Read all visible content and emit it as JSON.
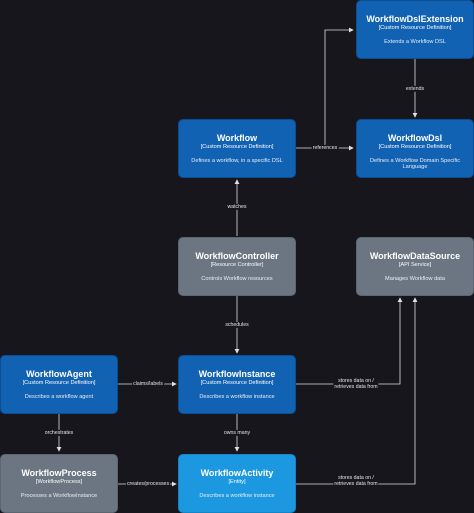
{
  "nodes": {
    "workflow_dsl_extension": {
      "title": "WorkflowDslExtension",
      "kind": "[Custom Resource Definition]",
      "desc": "Extends a Workflow DSL"
    },
    "workflow": {
      "title": "Workflow",
      "kind": "[Custom Resource Definition]",
      "desc": "Defines a workflow, in a specific DSL"
    },
    "workflow_dsl": {
      "title": "WorkflowDsl",
      "kind": "[Custom Resource Definition]",
      "desc": "Defines a Workflow Domain Specific Language"
    },
    "workflow_controller": {
      "title": "WorkflowController",
      "kind": "[Resource Controller]",
      "desc": "Controls Workflow resources"
    },
    "workflow_data_source": {
      "title": "WorkflowDataSource",
      "kind": "[API Service]",
      "desc": "Manages Workflow data"
    },
    "workflow_agent": {
      "title": "WorkflowAgent",
      "kind": "[Custom Resource Definition]",
      "desc": "Describes a workflow agent"
    },
    "workflow_instance": {
      "title": "WorkflowInstance",
      "kind": "[Custom Resource Definition]",
      "desc": "Describes a workflow instance"
    },
    "workflow_process": {
      "title": "WorkflowProcess",
      "kind": "[WorkflowProcess]",
      "desc": "Processes a WorkflowInstance"
    },
    "workflow_activity": {
      "title": "WorkflowActivity",
      "kind": "[Entity]",
      "desc": "Describes a workflow instance"
    }
  },
  "edges": {
    "extends": "extends",
    "references": "references",
    "watches": "watches",
    "schedules": "schedules",
    "claims_labels": "claims/labels",
    "stores_instance_1": "stores data on /",
    "stores_instance_2": "retrieves data from",
    "orchestrates": "orchestrates",
    "owns_many": "owns many",
    "creates_processes": "creates/processes",
    "stores_activity_1": "stores data on /",
    "stores_activity_2": "retrieves data from"
  },
  "colors": {
    "crd_blue": "#1262b3",
    "controller_grey": "#6b7682",
    "entity_sky": "#1b98e0",
    "edge": "#e0e0e0",
    "background": "#17161c"
  }
}
